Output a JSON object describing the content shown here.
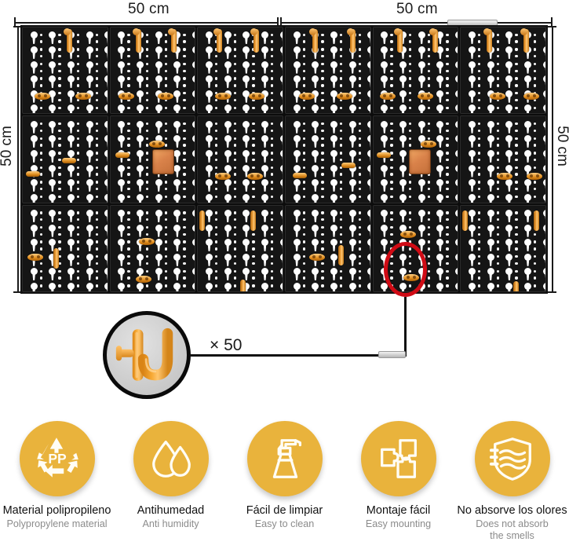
{
  "dimensions": {
    "top_left_label": "50 cm",
    "top_right_label": "50 cm",
    "side_left_label": "50 cm",
    "side_right_label": "50 cm"
  },
  "board": {
    "columns": 6,
    "rows": 3,
    "panel_color": "#151515",
    "hook_color": "#e69a2b",
    "highlight_ring_color": "#d00b15"
  },
  "callout": {
    "quantity_label": "× 50",
    "hook_icon": "hook-icon",
    "circle_background": "#c9c9c9",
    "border_color": "#0a0a0a"
  },
  "features": {
    "badge_color": "#e9b33c",
    "items": [
      {
        "icon": "recycle-pp-icon",
        "icon_text": "PP",
        "title": "Material  polipropileno",
        "subtitle_line1": "Polypropylene material",
        "subtitle_line2": ""
      },
      {
        "icon": "water-drops-icon",
        "icon_text": "",
        "title": "Antihumedad",
        "subtitle_line1": "Anti humidity",
        "subtitle_line2": ""
      },
      {
        "icon": "spray-bottle-icon",
        "icon_text": "",
        "title": "Fácil de limpiar",
        "subtitle_line1": "Easy to clean",
        "subtitle_line2": ""
      },
      {
        "icon": "puzzle-pieces-icon",
        "icon_text": "",
        "title": "Montaje fácil",
        "subtitle_line1": "Easy mounting",
        "subtitle_line2": ""
      },
      {
        "icon": "shield-waves-icon",
        "icon_text": "",
        "title": "No absorve los olores",
        "subtitle_line1": "Does not absorb",
        "subtitle_line2": "the smells"
      }
    ]
  }
}
